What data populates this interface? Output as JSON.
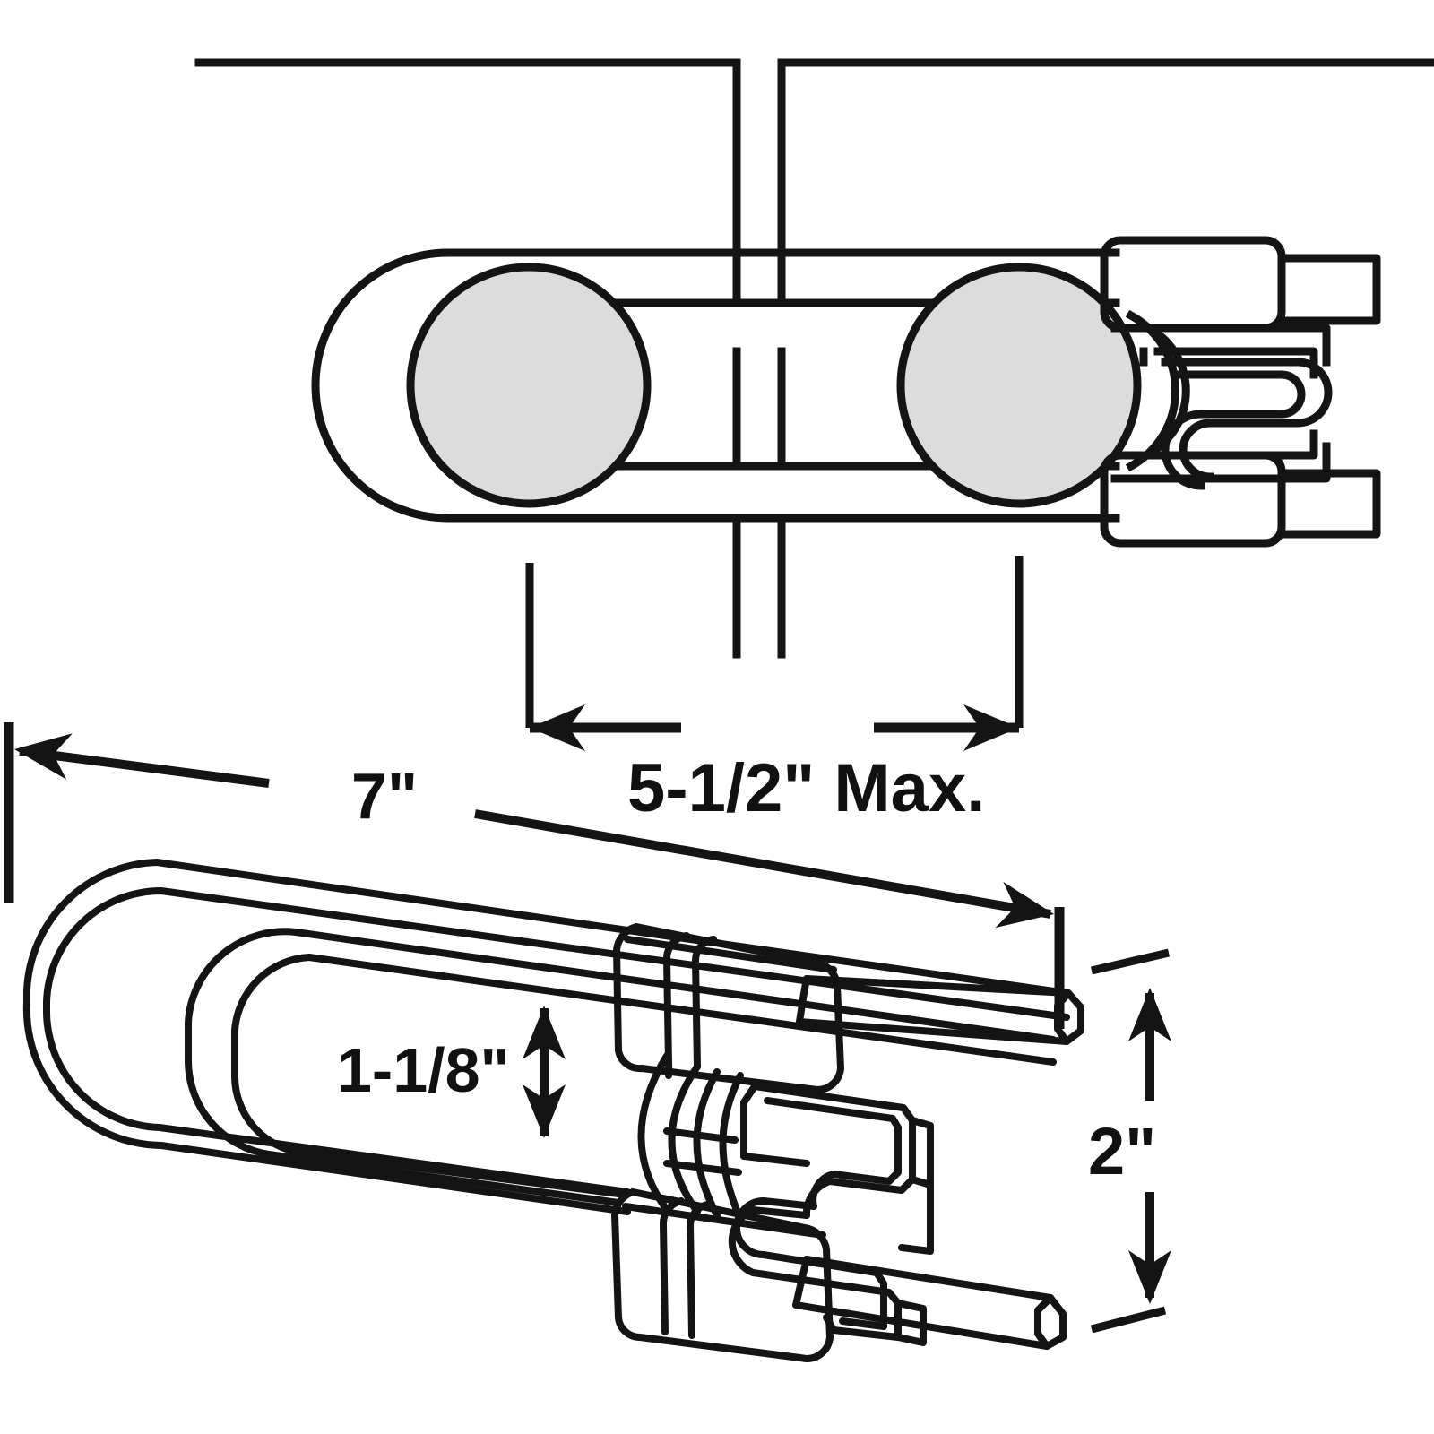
{
  "figure": {
    "title": "Door security bar installation diagram",
    "views": [
      {
        "name": "top-view",
        "description": "Overhead view of bar engaged over two door knobs across a door frame gap"
      },
      {
        "name": "perspective-view",
        "description": "Three-quarter view of the U-shaped flat strap bar with sliding clamp"
      }
    ]
  },
  "dimensions": {
    "knob_spacing": {
      "label": "5-1/2\" Max.",
      "value": 5.5,
      "unit": "in",
      "qualifier": "Max.",
      "orientation": "horizontal",
      "view": "top-view"
    },
    "bar_length": {
      "label": "7\"",
      "value": 7,
      "unit": "in",
      "orientation": "horizontal",
      "view": "perspective-view"
    },
    "bar_width": {
      "label": "1-1/8\"",
      "value": 1.125,
      "unit": "in",
      "orientation": "vertical",
      "view": "perspective-view"
    },
    "bar_height": {
      "label": "2\"",
      "value": 2,
      "unit": "in",
      "orientation": "vertical",
      "view": "perspective-view"
    }
  },
  "colors": {
    "line": "#141414",
    "knob_fill": "#dcdcdc",
    "background": "#ffffff"
  },
  "parts": {
    "knob_left": "door-knob",
    "knob_right": "door-knob",
    "door_gap": "door-frame-gap",
    "strap": "u-shaped-strap",
    "clamp": "sliding-clamp"
  }
}
